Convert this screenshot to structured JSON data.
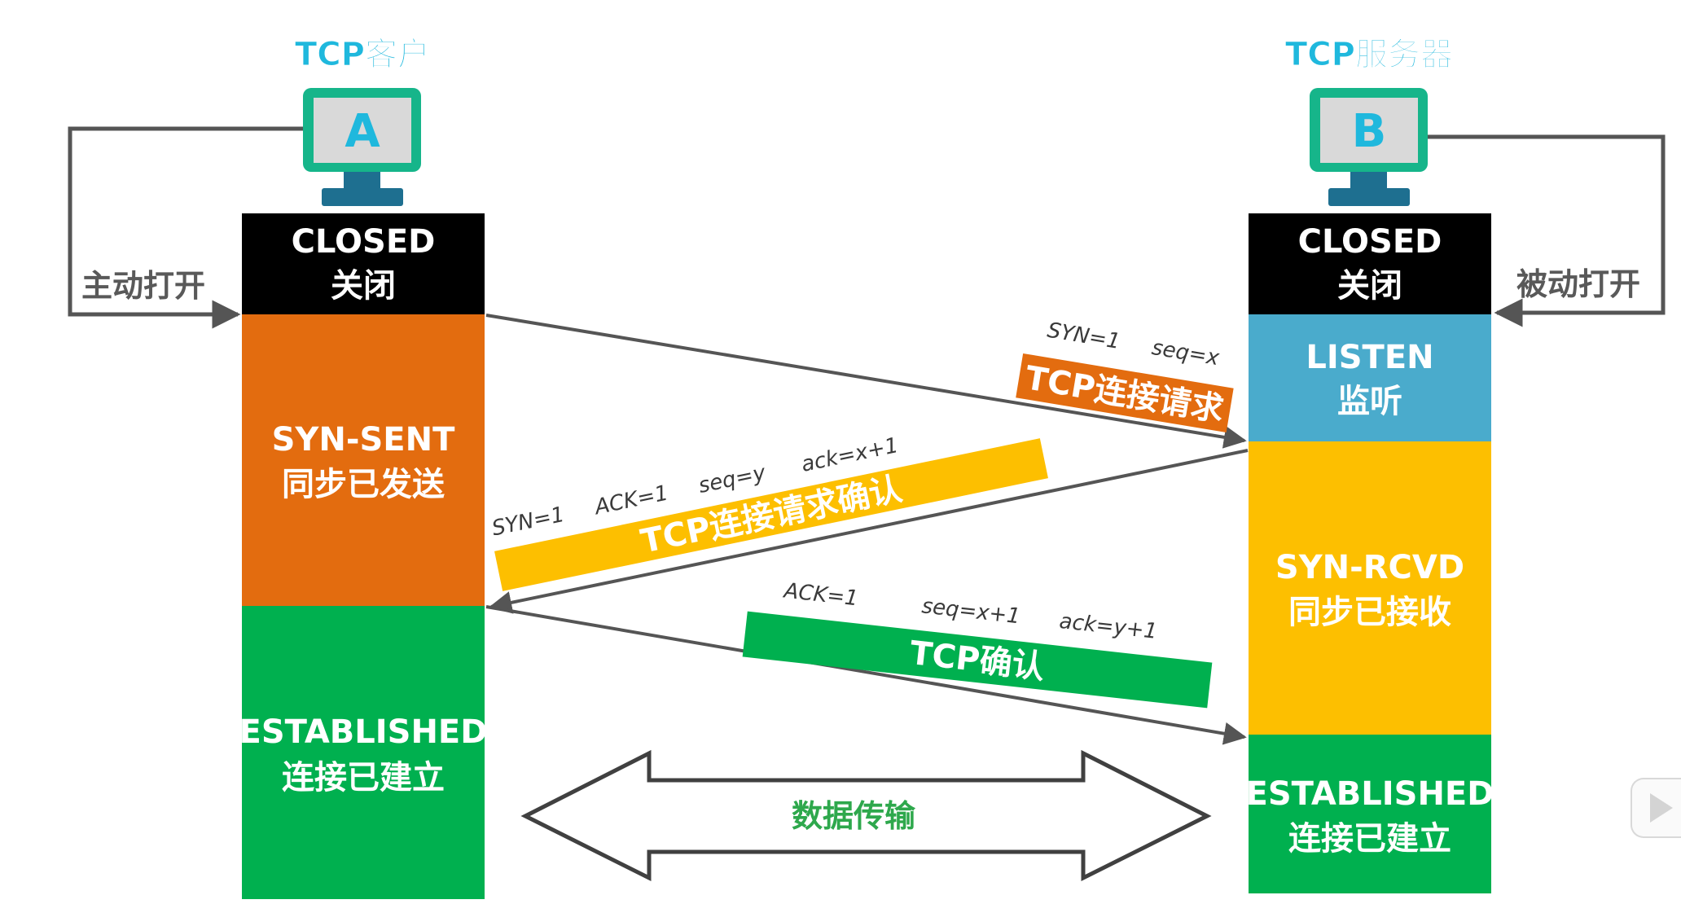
{
  "client": {
    "title": "TCP客户",
    "letter": "A",
    "open_label": "主动打开",
    "states": {
      "closed": [
        "CLOSED",
        "关闭"
      ],
      "syn_sent": [
        "SYN-SENT",
        "同步已发送"
      ],
      "established": [
        "ESTABLISHED",
        "连接已建立"
      ]
    }
  },
  "server": {
    "title": "TCP服务器",
    "letter": "B",
    "open_label": "被动打开",
    "states": {
      "closed": [
        "CLOSED",
        "关闭"
      ],
      "listen": [
        "LISTEN",
        "监听"
      ],
      "syn_rcvd": [
        "SYN-RCVD",
        "同步已接收"
      ],
      "established": [
        "ESTABLISHED",
        "连接已建立"
      ]
    }
  },
  "messages": {
    "syn": {
      "label": "TCP连接请求",
      "fields": [
        "SYN=1",
        "seq=x"
      ]
    },
    "syn_ack": {
      "label": "TCP连接请求确认",
      "fields": [
        "SYN=1",
        "ACK=1",
        "seq=y",
        "ack=x+1"
      ]
    },
    "ack": {
      "label": "TCP确认",
      "fields": [
        "ACK=1",
        "seq=x+1",
        "ack=y+1"
      ]
    }
  },
  "data_transfer_label": "数据传输",
  "colors": {
    "closed": "#000000",
    "syn_sent": "#e36c0f",
    "listen": "#4aabcc",
    "syn_rcvd": "#fdbf00",
    "established": "#00b04f",
    "monitor_frame": "#16b58a",
    "monitor_stand": "#1e6f90",
    "title_cyan": "#1fb8dd"
  }
}
